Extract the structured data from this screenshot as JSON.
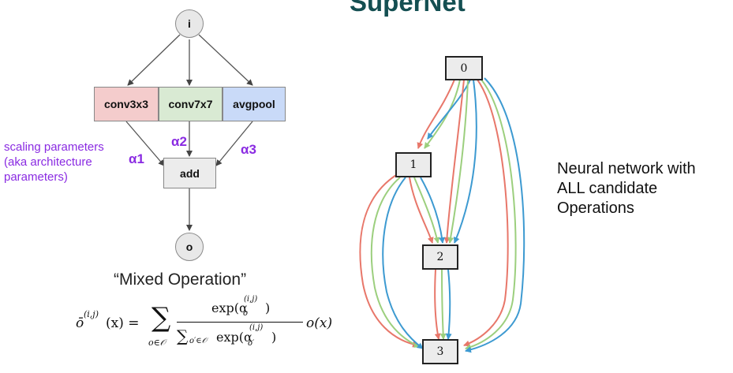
{
  "title": "SuperNet",
  "mixed_op": {
    "input_node": "i",
    "output_node": "o",
    "ops": [
      {
        "label": "conv3x3",
        "color": "#f4cccc"
      },
      {
        "label": "conv7x7",
        "color": "#d9ead3"
      },
      {
        "label": "avgpool",
        "color": "#c9daf8"
      }
    ],
    "add_label": "add",
    "alphas": [
      "α1",
      "α2",
      "α3"
    ],
    "scaling_note": [
      "scaling parameters",
      "(aka architecture",
      "parameters)"
    ],
    "caption": "“Mixed Operation”"
  },
  "formula": {
    "lhs": "ō",
    "sup": "(i,j)",
    "arg": "(x) =",
    "sum": "∑",
    "sum_sub": "o∈𝒪",
    "num_exp": "exp(α",
    "num_sub": "o",
    "close": ")",
    "den_sum": "∑",
    "den_sub": "o′∈𝒪",
    "den_exp": "exp(α",
    "den_ssub": "o′",
    "tail": "o(x)"
  },
  "supernet": {
    "nodes": [
      "0",
      "1",
      "2",
      "3"
    ],
    "edge_colors": {
      "red": "#e8776a",
      "green": "#9ccf7e",
      "blue": "#3d9ad1"
    }
  },
  "description": [
    "Neural network with",
    "ALL candidate",
    "Operations"
  ]
}
